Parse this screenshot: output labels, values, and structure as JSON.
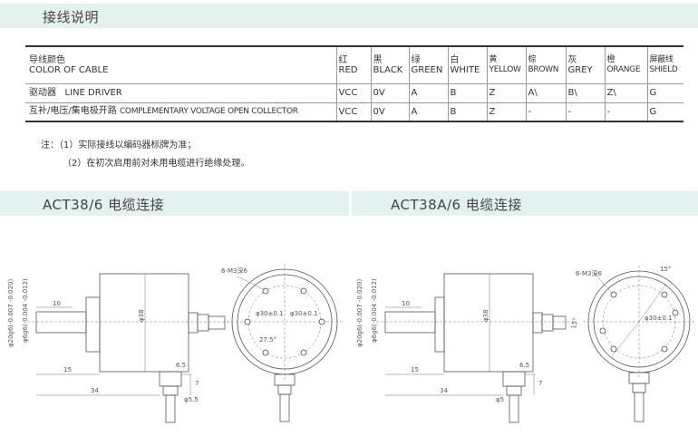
{
  "sections": {
    "wiring_title": "接线说明",
    "act38_title": "ACT38/6  电缆连接",
    "act38a_title": "ACT38A/6  电缆连接"
  },
  "table": {
    "header_desc_cn": "导线颜色",
    "header_desc_en": "COLOR OF CABLE",
    "colors": [
      {
        "cn": "红",
        "en": "RED"
      },
      {
        "cn": "黑",
        "en": "BLACK"
      },
      {
        "cn": "绿",
        "en": "GREEN"
      },
      {
        "cn": "白",
        "en": "WHITE"
      },
      {
        "cn": "黄",
        "en": "YELLOW"
      },
      {
        "cn": "棕",
        "en": "BROWN"
      },
      {
        "cn": "灰",
        "en": "GREY"
      },
      {
        "cn": "橙",
        "en": "ORANGE"
      },
      {
        "cn": "屏蔽线",
        "en": "SHIELD"
      }
    ],
    "rows": [
      {
        "cn": "驱动器",
        "en": "LINE DRIVER",
        "values": [
          "VCC",
          "0V",
          "A",
          "B",
          "Z",
          "A\\",
          "B\\",
          "Z\\",
          "G"
        ]
      },
      {
        "cn": "互补/电压/集电极开路",
        "en": "COMPLEMENTARY VOLTAGE OPEN COLLECTOR",
        "values": [
          "VCC",
          "0V",
          "A",
          "B",
          "Z",
          "-",
          "-",
          "-",
          "G"
        ]
      }
    ]
  },
  "notes": {
    "line1": "注：（1）实际接线以编码器标牌为准；",
    "line2": "（2）在初次启用前对未用电缆进行绝缘处理。"
  },
  "drawing_left": {
    "shaft_dia": "φ20g6(-0.007 -0.020)",
    "shaft_dia2": "φ6g6(-0.004 -0.012)",
    "body_dia": "φ38",
    "len_10": "10",
    "len_15": "15",
    "len_34": "34",
    "len_65": "6.5",
    "len_7": "7",
    "dia_55": "φ5.5",
    "holes": "6-M3深6",
    "pcd_a": "φ30±0.1",
    "pcd_b": "φ30±0.1",
    "angle": "27.5°"
  },
  "drawing_right": {
    "shaft_dia": "φ20g6(-0.007 -0.020)",
    "shaft_dia2": "φ6g6(-0.004 -0.012)",
    "body_dia": "φ38",
    "len_10": "10",
    "len_15": "15",
    "len_34": "34",
    "len_65": "6.5",
    "len_7": "7",
    "dia_5": "φ5",
    "holes": "6-M3深6",
    "angle_15a": "15°",
    "angle_15b": "15°",
    "pcd": "φ30±0.1"
  }
}
